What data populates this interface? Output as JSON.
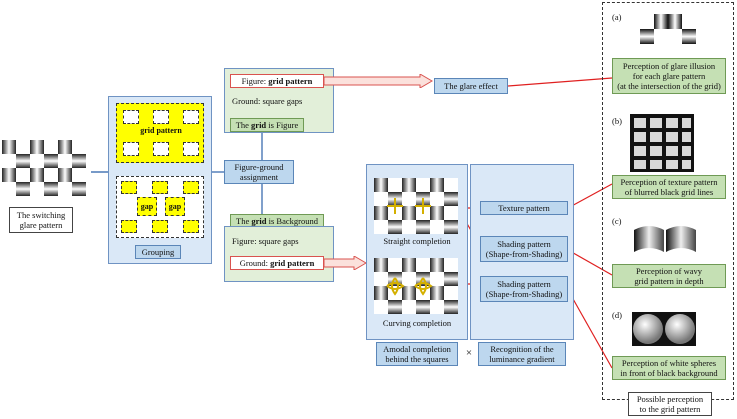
{
  "left": {
    "caption_line1": "The switching",
    "caption_line2": "glare pattern"
  },
  "grouping": {
    "label": "Grouping",
    "grid_label": "grid pattern",
    "gap_label_1": "gap",
    "gap_label_2": "gap"
  },
  "figure_ground": {
    "line1": "Figure-ground",
    "line2": "assignment"
  },
  "top_branch": {
    "figure_prefix": "Figure: ",
    "figure_bold": "grid pattern",
    "ground_text": "Ground: square gaps",
    "status_prefix": "The ",
    "status_bold": "grid",
    "status_suffix": " is Figure",
    "glare_effect": "The glare effect"
  },
  "bottom_branch": {
    "status_prefix": "The ",
    "status_bold": "grid",
    "status_suffix": " is Background",
    "figure_text": "Figure: square gaps",
    "ground_prefix": "Ground: ",
    "ground_bold": "grid pattern"
  },
  "completion": {
    "straight": "Straight completion",
    "curving": "Curving completion",
    "amodal_line1": "Amodal completion",
    "amodal_line2": "behind the squares",
    "times": "×",
    "luminance_line1": "Recognition of the",
    "luminance_line2": "luminance gradient",
    "texture": "Texture pattern",
    "shading1_line1": "Shading pattern",
    "shading1_line2": "(Shape-from-Shading)",
    "shading2_line1": "Shading pattern",
    "shading2_line2": "(Shape-from-Shading)"
  },
  "perceptions": {
    "a_tag": "(a)",
    "a_line1": "Perception of glare illusion",
    "a_line2": "for each glare pattern",
    "a_line3": "(at the intersection of the grid)",
    "b_tag": "(b)",
    "b_line1": "Perception of texture pattern",
    "b_line2": "of blurred black grid lines",
    "c_tag": "(c)",
    "c_line1": "Perception of wavy",
    "c_line2": "grid pattern in depth",
    "d_tag": "(d)",
    "d_line1": "Perception of white spheres",
    "d_line2": "in front of black background",
    "footer_line1": "Possible perception",
    "footer_line2": "to the grid pattern"
  },
  "colors": {
    "blue_box": "#bdd7ee",
    "green_box": "#c5e0b4",
    "panel_blue": "#dae8f7",
    "connector_red": "#e02020",
    "connector_blue": "#4a78b5",
    "grid_yellow": "#ffff00"
  }
}
